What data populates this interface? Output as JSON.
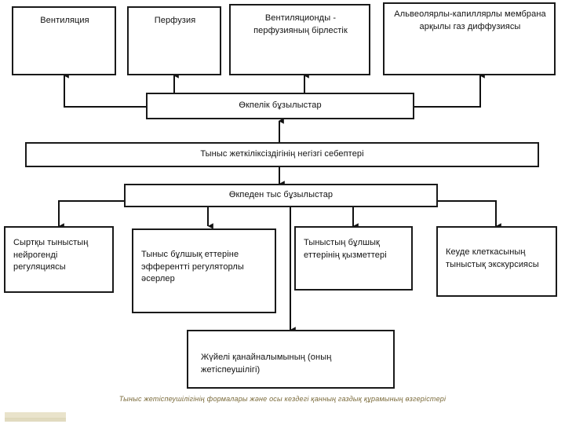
{
  "diagram": {
    "title_caption": "Тыныс жетіспеушілігінің формалары және осы кездегі қанның газдық құрамының өзгерістері",
    "top_row": [
      {
        "id": "ventilation",
        "label": "Вентиляция"
      },
      {
        "id": "perfusion",
        "label": "Перфузия"
      },
      {
        "id": "ventilation-perfusion-unit",
        "label": "Вентиляционды - перфузияның бірлестік"
      },
      {
        "id": "alveolar-capillary-diffusion",
        "label": "Альвеолярлы-капиллярлы мембрана арқылы газ диффузиясы"
      }
    ],
    "pulmonary_band": {
      "id": "pulmonary-disorders",
      "label": "Өкпелік бұзылыстар"
    },
    "main_causes_band": {
      "id": "main-causes",
      "label": "Тыныс жеткіліксіздігінің негізгі себептері"
    },
    "extrapulmonary_band": {
      "id": "extrapulmonary-disorders",
      "label": "Өкпеден тыс бұзылыстар"
    },
    "leaf_row": [
      {
        "id": "neurogenic-regulation",
        "label": "Сыртқы тыныстың нейрогенді регуляциясы"
      },
      {
        "id": "efferent-regulatory-effects",
        "label": "Тыныс бұлшық еттеріне эфферентті регуляторлы әсерлер"
      },
      {
        "id": "respiratory-muscle-functions",
        "label": "Тыныстың бұлшық еттерінің қызметтері"
      },
      {
        "id": "chest-excursion",
        "label": "Кеуде клеткасының тыныстық экскурсиясы"
      }
    ],
    "bottom_node": {
      "id": "systemic-circulation",
      "label": "Жүйелі қанайналымының (оның жетіспеушілігі)"
    }
  },
  "colors": {
    "stroke": "#1a1a1a",
    "box_fill": "#ffffff",
    "text": "#111111",
    "caption_text": "#7a6a3a",
    "artifact": "#e8e2c8"
  }
}
